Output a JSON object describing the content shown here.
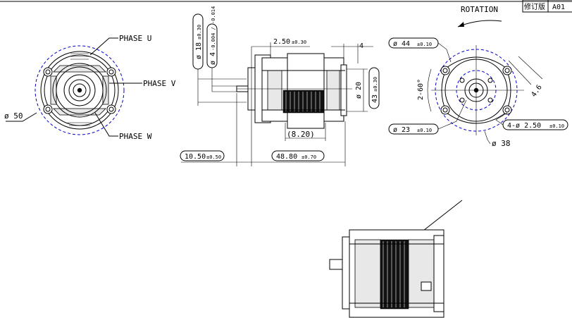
{
  "title_block": {
    "rotation_label": "ROTATION",
    "rev_label": "修订版",
    "rev_code": "A01"
  },
  "front_view": {
    "phase_u": "PHASE U",
    "phase_v": "PHASE V",
    "phase_w": "PHASE W",
    "dia_outer": "ø 50"
  },
  "side_view": {
    "dim_shaft_dia": "ø 18",
    "dim_shaft_dia_tol": "±0.30",
    "dim_small_dia": "ø 4",
    "dim_small_dia_tol": "-0.004 / -0.014",
    "dim_250": "2.50",
    "dim_250_tol": "±0.30",
    "dim_4": "4",
    "dim_20": "ø 20",
    "dim_43": "43",
    "dim_43_tol": "±0.30",
    "dim_820": "(8.20)",
    "dim_1050": "10.50",
    "dim_1050_tol": "±0.50",
    "dim_4880": "48.80",
    "dim_4880_tol": "±0.70"
  },
  "rear_view": {
    "dim_44": "ø 44",
    "dim_44_tol": "±0.10",
    "dim_angle": "2-60°",
    "dim_46": "4.6",
    "dim_23": "ø 23",
    "dim_23_tol": "±0.10",
    "dim_holes": "4-ø 2.50",
    "dim_holes_tol": "±0.10",
    "dim_38": "ø 38"
  }
}
